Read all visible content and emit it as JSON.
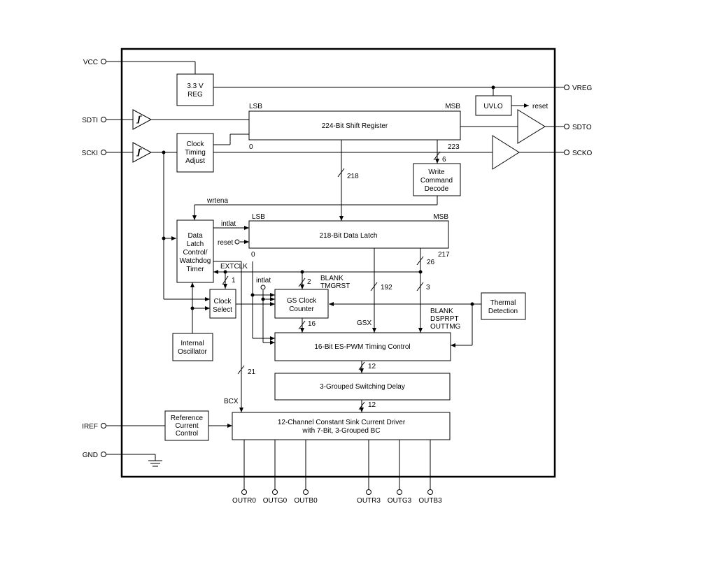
{
  "pins": {
    "vcc": "VCC",
    "sdti": "SDTI",
    "scki": "SCKI",
    "iref": "IREF",
    "gnd": "GND",
    "vreg": "VREG",
    "sdto": "SDTO",
    "scko": "SCKO",
    "outr0": "OUTR0",
    "outg0": "OUTG0",
    "outb0": "OUTB0",
    "outr3": "OUTR3",
    "outg3": "OUTG3",
    "outb3": "OUTB3"
  },
  "blocks": {
    "reg": [
      "3.3 V",
      "REG"
    ],
    "uvlo": "UVLO",
    "shift_register": "224-Bit Shift Register",
    "clock_timing": [
      "Clock",
      "Timing",
      "Adjust"
    ],
    "write_cmd": [
      "Write",
      "Command",
      "Decode"
    ],
    "data_latch": "218-Bit Data Latch",
    "dl_control": [
      "Data",
      "Latch",
      "Control/",
      "Watchdog",
      "Timer"
    ],
    "clock_select": [
      "Clock",
      "Select"
    ],
    "gs_counter": [
      "GS Clock",
      "Counter"
    ],
    "thermal": [
      "Thermal",
      "Detection"
    ],
    "int_osc": [
      "Internal",
      "Oscillator"
    ],
    "pwm": "16-Bit ES-PWM Timing Control",
    "switching_delay": "3-Grouped Switching Delay",
    "ref_current": [
      "Reference",
      "Current",
      "Control"
    ],
    "driver": [
      "12-Channel Constant Sink Current Driver",
      "with 7-Bit, 3-Grouped BC"
    ]
  },
  "labels": {
    "reset_uvlo": "reset",
    "lsb_sr": "LSB",
    "msb_sr": "MSB",
    "zero_sr": "0",
    "n223": "223",
    "n6": "6",
    "n218": "218",
    "wrtena": "wrtena",
    "lsb_dl": "LSB",
    "msb_dl": "MSB",
    "intlat_dl": "intlat",
    "reset_dl": "reset",
    "zero_dl": "0",
    "n217": "217",
    "n26": "26",
    "extclk": "EXTCLK",
    "n1": "1",
    "intlat2": "intlat",
    "n2": "2",
    "blank1": "BLANK",
    "tmgrst": "TMGRST",
    "n192": "192",
    "n3": "3",
    "blank2": "BLANK",
    "dsprpt": "DSPRPT",
    "outtmg": "OUTTMG",
    "n16": "16",
    "gsx": "GSX",
    "n12a": "12",
    "n12b": "12",
    "n21": "21",
    "bcx": "BCX"
  }
}
